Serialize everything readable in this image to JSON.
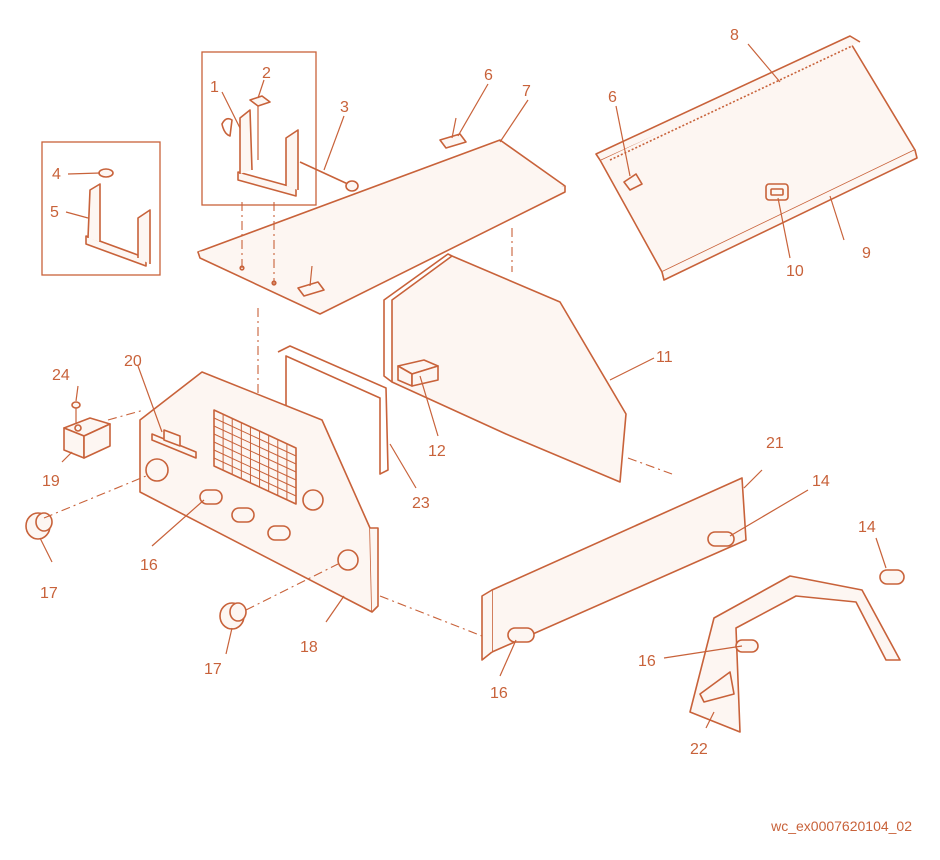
{
  "figure_id": "wc_ex0007620104_02",
  "colors": {
    "line": "#c8623a",
    "fill": "#fdf6f2",
    "background": "#ffffff"
  },
  "callouts": {
    "c1": "1",
    "c2": "2",
    "c3": "3",
    "c4": "4",
    "c5": "5",
    "c6a": "6",
    "c6b": "6",
    "c7": "7",
    "c8": "8",
    "c9": "9",
    "c10": "10",
    "c11": "11",
    "c12": "12",
    "c14a": "14",
    "c14b": "14",
    "c16a": "16",
    "c16b": "16",
    "c16c": "16",
    "c17a": "17",
    "c17b": "17",
    "c18": "18",
    "c19": "19",
    "c20": "20",
    "c21": "21",
    "c22": "22",
    "c23": "23",
    "c24": "24"
  }
}
